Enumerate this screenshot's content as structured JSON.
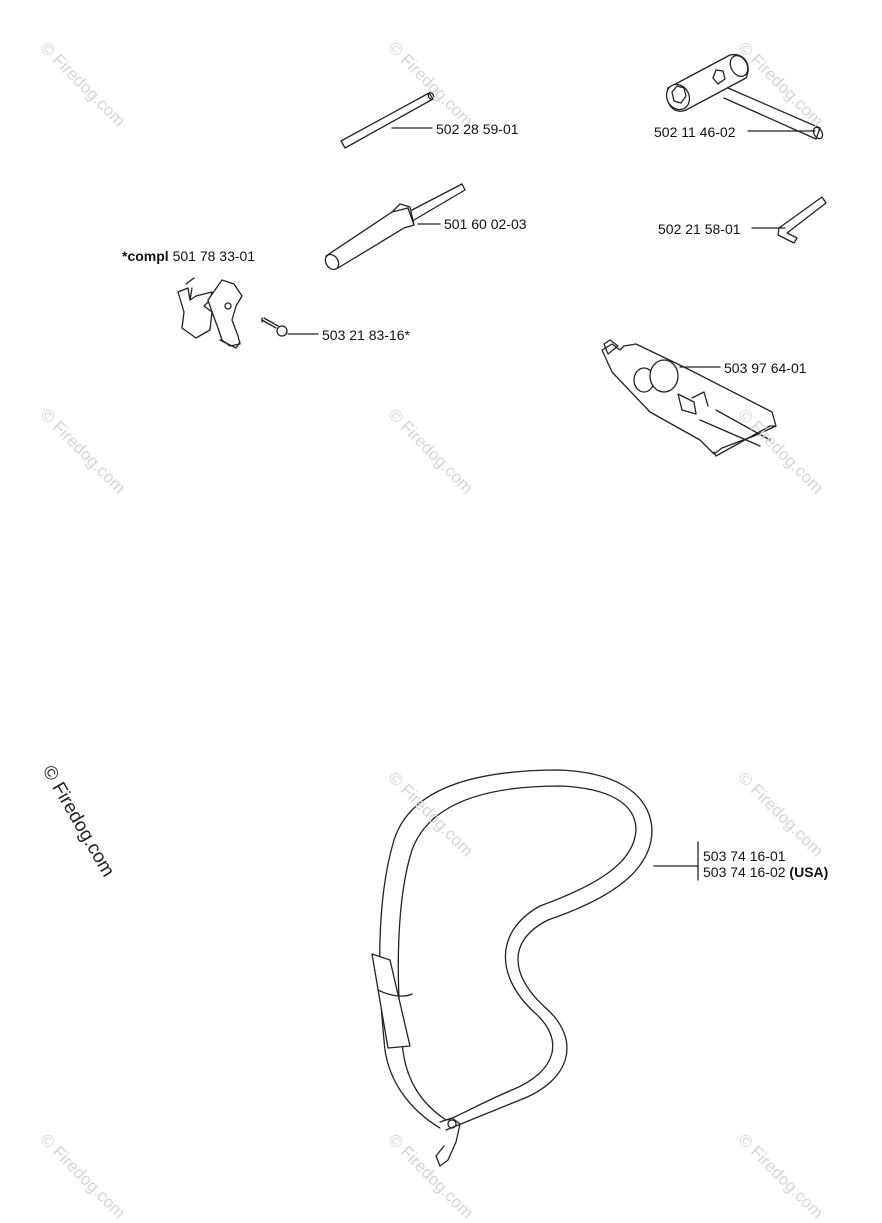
{
  "watermark": {
    "text": "© Firedog.com",
    "color": "#d6d6d6",
    "dark_text": "© Firedog.com"
  },
  "parts": {
    "rod": {
      "number": "502 28 59-01"
    },
    "combination_wrench": {
      "number": "502 11 46-02"
    },
    "file_holder": {
      "number": "501 60 02-03"
    },
    "hex_key": {
      "number": "502 21 58-01"
    },
    "clip_assembly": {
      "prefix": "*compl",
      "number": "501 78 33-01"
    },
    "screw": {
      "number": "503 21 83-16*"
    },
    "grease_tube": {
      "number": "503 97 64-01"
    },
    "harness": {
      "number_1": "503 74 16-01",
      "number_2": "503 74 16-02",
      "number_2_suffix": "(USA)"
    }
  }
}
